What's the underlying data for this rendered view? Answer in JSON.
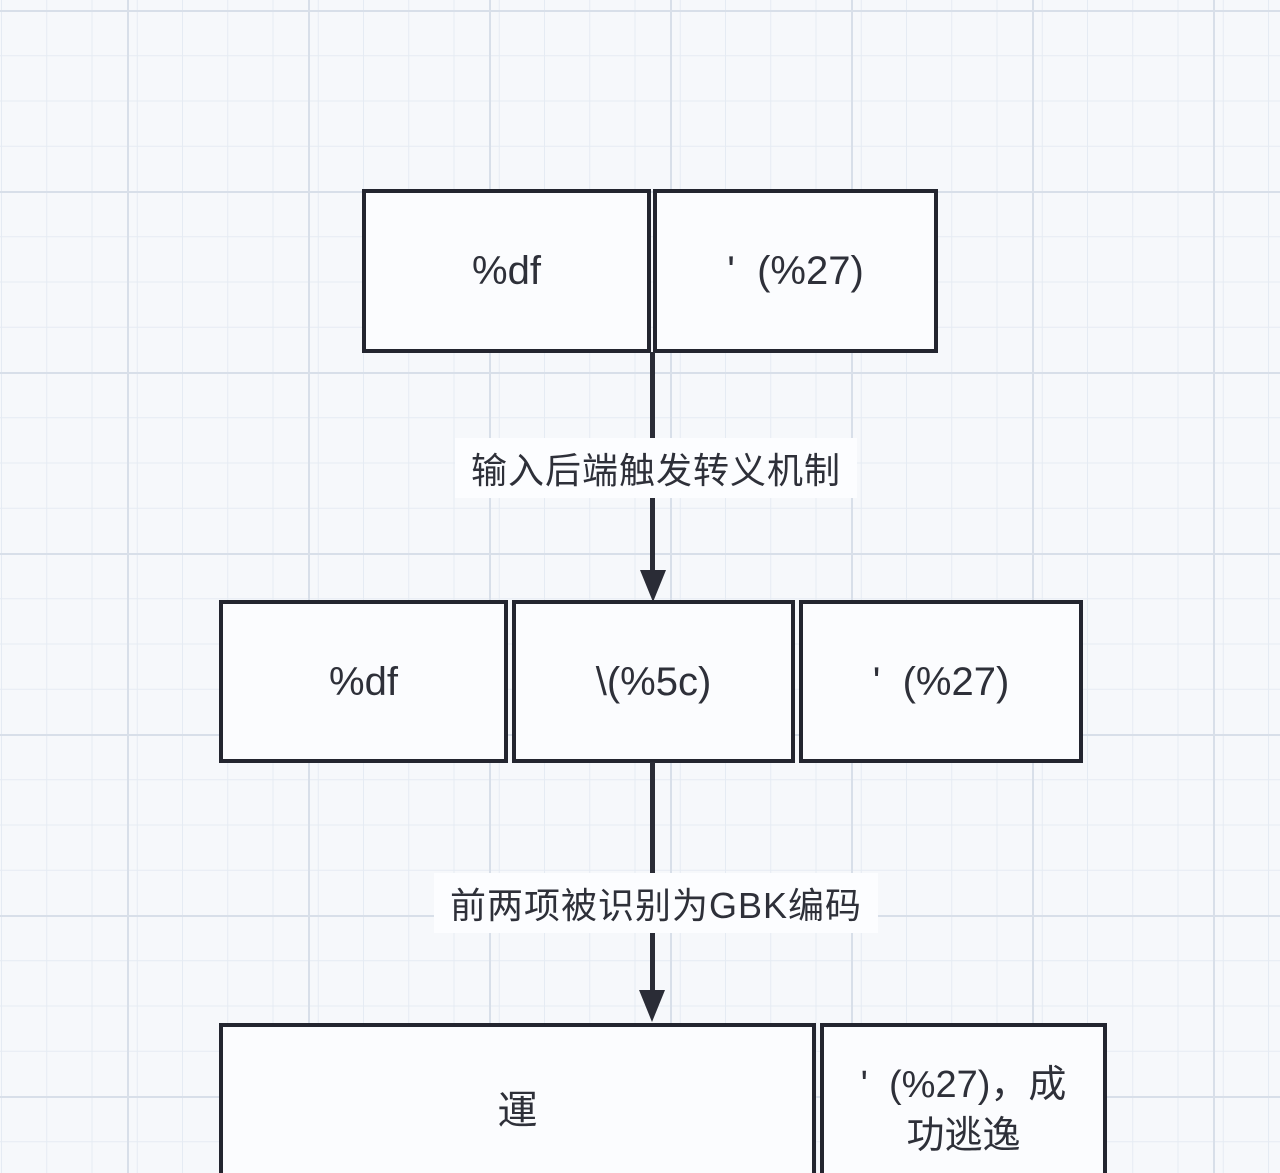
{
  "colors": {
    "page_bg": "#f6f8fb",
    "grid_minor": "#e5ebf3",
    "grid_major": "#d8dfe9",
    "cell_bg": "#fbfcfe",
    "border": "#23252f",
    "text": "#2e3039",
    "arrow": "#2a2c36",
    "label_bg": "#fcfdff"
  },
  "rows": [
    {
      "name": "original-input",
      "cells": [
        {
          "text": "%df"
        },
        {
          "text": "'  (%27)"
        }
      ]
    },
    {
      "name": "after-escape",
      "cells": [
        {
          "text": "%df"
        },
        {
          "text": "\\(%5c)"
        },
        {
          "text": "'  (%27)"
        }
      ]
    },
    {
      "name": "gbk-decoded",
      "cells": [
        {
          "text": "運"
        },
        {
          "text": "'  (%27)，成\n功逃逸"
        }
      ]
    }
  ],
  "arrows": [
    {
      "label": "输入后端触发转义机制"
    },
    {
      "label": "前两项被识别为GBK编码"
    }
  ]
}
